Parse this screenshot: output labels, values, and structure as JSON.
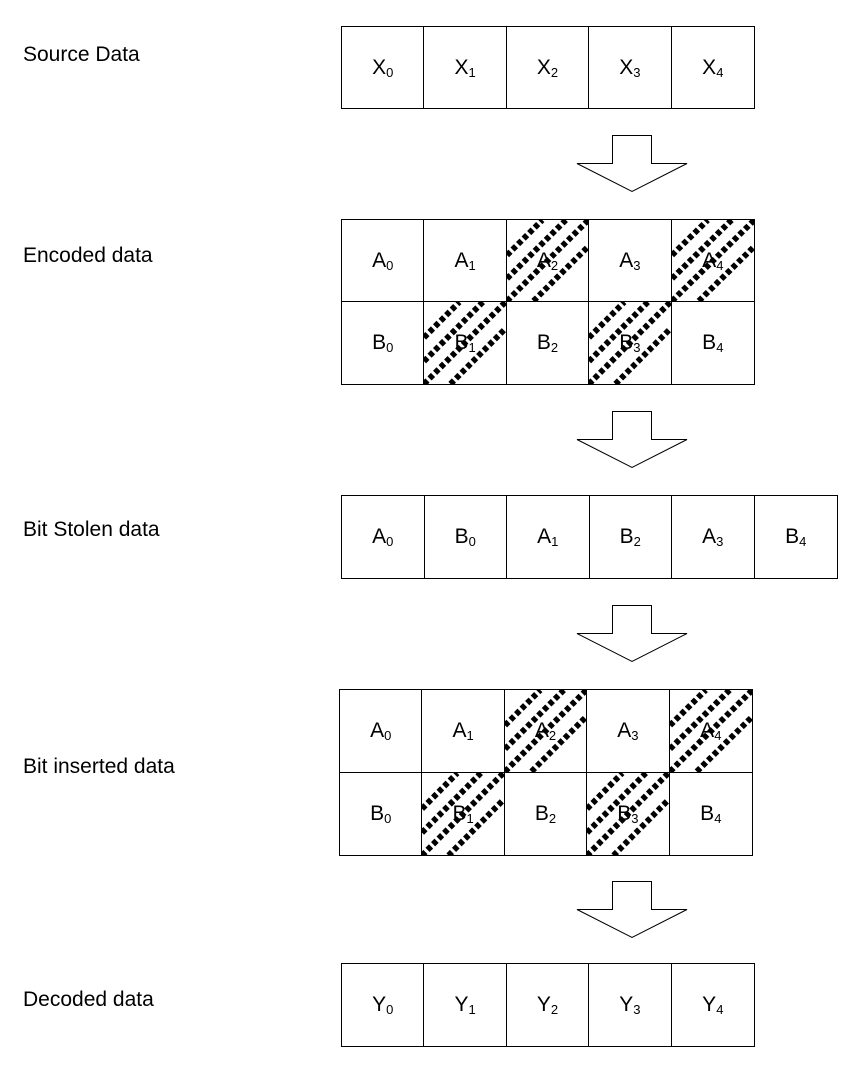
{
  "sections": [
    {
      "label": "Source Data",
      "cells": [
        [
          {
            "letter": "X",
            "sub": "0"
          },
          {
            "letter": "X",
            "sub": "1"
          },
          {
            "letter": "X",
            "sub": "2"
          },
          {
            "letter": "X",
            "sub": "3"
          },
          {
            "letter": "X",
            "sub": "4"
          }
        ]
      ]
    },
    {
      "label": "Encoded data",
      "cells": [
        [
          {
            "letter": "A",
            "sub": "0"
          },
          {
            "letter": "A",
            "sub": "1"
          },
          {
            "letter": "A",
            "sub": "2",
            "hatched": true
          },
          {
            "letter": "A",
            "sub": "3"
          },
          {
            "letter": "A",
            "sub": "4",
            "hatched": true
          }
        ],
        [
          {
            "letter": "B",
            "sub": "0"
          },
          {
            "letter": "B",
            "sub": "1",
            "hatched": true
          },
          {
            "letter": "B",
            "sub": "2"
          },
          {
            "letter": "B",
            "sub": "3",
            "hatched": true
          },
          {
            "letter": "B",
            "sub": "4"
          }
        ]
      ]
    },
    {
      "label": "Bit Stolen data",
      "cells": [
        [
          {
            "letter": "A",
            "sub": "0"
          },
          {
            "letter": "B",
            "sub": "0"
          },
          {
            "letter": "A",
            "sub": "1"
          },
          {
            "letter": "B",
            "sub": "2"
          },
          {
            "letter": "A",
            "sub": "3"
          },
          {
            "letter": "B",
            "sub": "4"
          }
        ]
      ]
    },
    {
      "label": "Bit inserted data",
      "cells": [
        [
          {
            "letter": "A",
            "sub": "0"
          },
          {
            "letter": "A",
            "sub": "1"
          },
          {
            "letter": "A",
            "sub": "2",
            "hatched": true
          },
          {
            "letter": "A",
            "sub": "3"
          },
          {
            "letter": "A",
            "sub": "4",
            "hatched": true
          }
        ],
        [
          {
            "letter": "B",
            "sub": "0"
          },
          {
            "letter": "B",
            "sub": "1",
            "hatched": true
          },
          {
            "letter": "B",
            "sub": "2"
          },
          {
            "letter": "B",
            "sub": "3",
            "hatched": true
          },
          {
            "letter": "B",
            "sub": "4"
          }
        ]
      ]
    },
    {
      "label": "Decoded data",
      "cells": [
        [
          {
            "letter": "Y",
            "sub": "0"
          },
          {
            "letter": "Y",
            "sub": "1"
          },
          {
            "letter": "Y",
            "sub": "2"
          },
          {
            "letter": "Y",
            "sub": "3"
          },
          {
            "letter": "Y",
            "sub": "4"
          }
        ]
      ]
    }
  ],
  "arrow_count": 4
}
